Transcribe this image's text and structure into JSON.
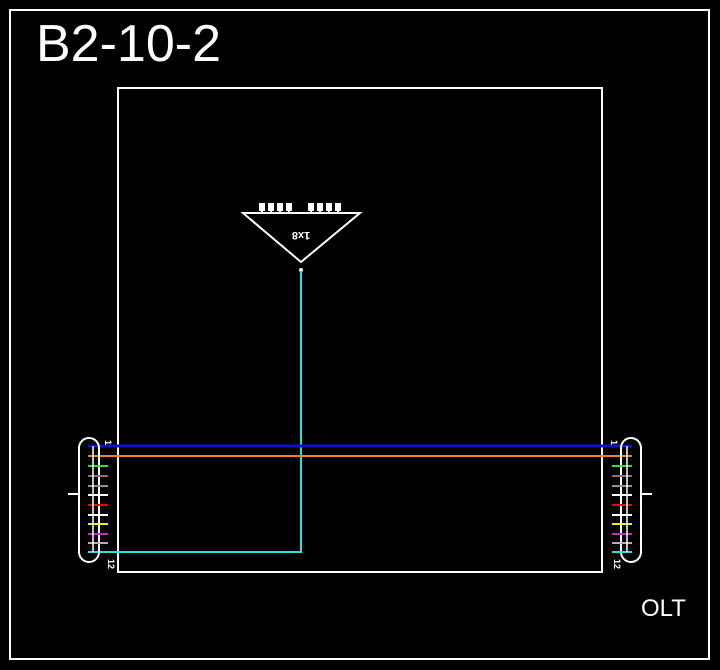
{
  "diagram": {
    "title": "B2-10-2",
    "corner_label": "OLT",
    "splitter": {
      "label": "1x8",
      "ports": 8,
      "apex": [
        301,
        262
      ]
    },
    "left_connector": {
      "first_label": "1",
      "last_label": "12"
    },
    "right_connector": {
      "first_label": "1",
      "last_label": "12"
    },
    "fiber_colors": [
      {
        "index": 1,
        "name": "blue",
        "hex": "#1010d0"
      },
      {
        "index": 2,
        "name": "orange",
        "hex": "#f08030"
      },
      {
        "index": 3,
        "name": "green",
        "hex": "#30e030"
      },
      {
        "index": 4,
        "name": "brown",
        "hex": "#907060"
      },
      {
        "index": 5,
        "name": "slate",
        "hex": "#909090"
      },
      {
        "index": 6,
        "name": "white",
        "hex": "#ffffff"
      },
      {
        "index": 7,
        "name": "red",
        "hex": "#e01010"
      },
      {
        "index": 8,
        "name": "black",
        "hex": "#ffffff"
      },
      {
        "index": 9,
        "name": "yellow",
        "hex": "#f0f020"
      },
      {
        "index": 10,
        "name": "violet",
        "hex": "#c030c0"
      },
      {
        "index": 11,
        "name": "rose",
        "hex": "#d0a0c0"
      },
      {
        "index": 12,
        "name": "aqua",
        "hex": "#30e0e0"
      }
    ],
    "through_fibers": [
      1,
      2
    ],
    "splitter_feed_fiber": 12,
    "colors": {
      "background": "#000000",
      "stroke": "#ffffff",
      "feed": "#30e0e0"
    }
  }
}
